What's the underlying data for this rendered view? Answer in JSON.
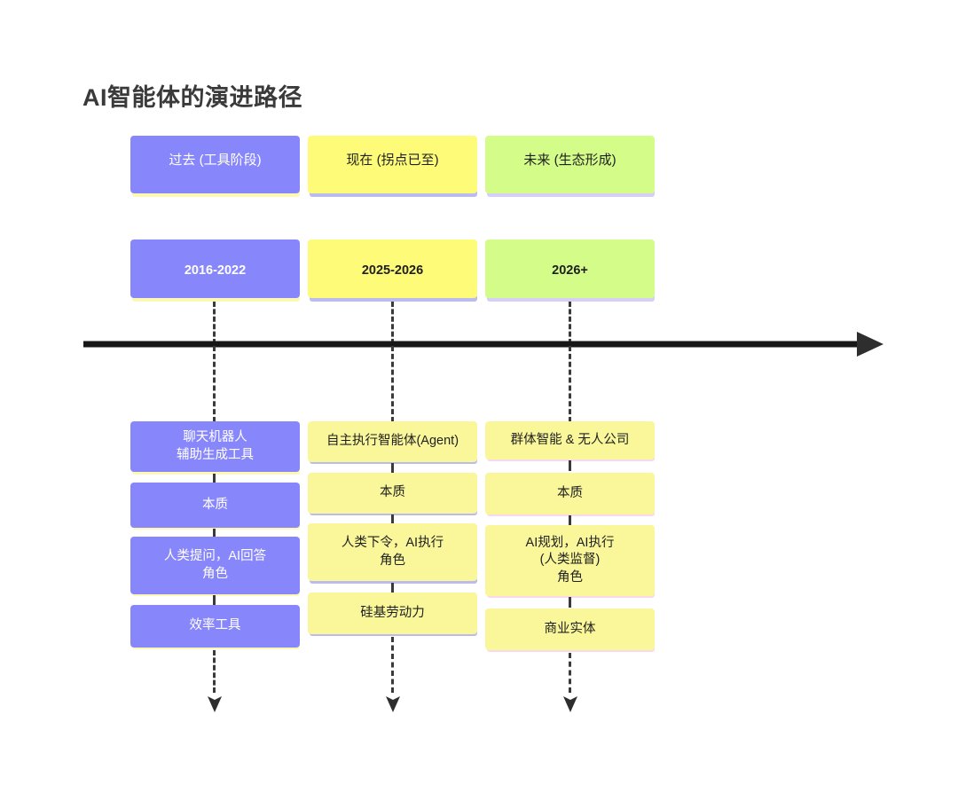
{
  "title": "AI智能体的演进路径",
  "colors": {
    "purple": "#8787FB",
    "yellow_strong": "#FEFB78",
    "green": "#D3FC89",
    "yellow_soft": "#FAF79A",
    "shadow_cream": "#FDF8B4",
    "shadow_lavender": "#BBBBEF",
    "shadow_violet": "#D8CFF7",
    "shadow_pink": "#FAD9EE",
    "arrow": "#2b2b2b",
    "title_text": "#3a3a3a"
  },
  "columns": [
    {
      "era": "过去 (工具阶段)",
      "date": "2016-2022",
      "items": [
        "聊天机器人\n辅助生成工具",
        "本质",
        "人类提问，AI回答\n角色",
        "效率工具"
      ]
    },
    {
      "era": "现在 (拐点已至)",
      "date": "2025-2026",
      "items": [
        "自主执行智能体(Agent)",
        "本质",
        "人类下令，AI执行\n角色",
        "硅基劳动力"
      ]
    },
    {
      "era": "未来 (生态形成)",
      "date": "2026+",
      "items": [
        "群体智能 & 无人公司",
        "本质",
        "AI规划，AI执行\n(人类监督)\n角色",
        "商业实体"
      ]
    }
  ]
}
